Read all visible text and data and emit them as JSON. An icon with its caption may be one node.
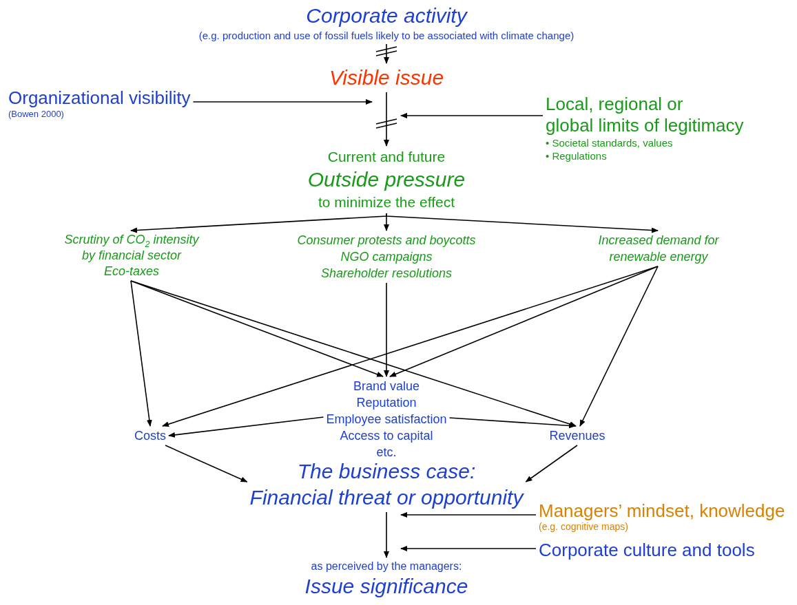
{
  "diagram": {
    "nodes": [
      {
        "text": [
          "Corporate activity",
          "(e.g. production and use of fossil fuels likely to be associated with climate change)"
        ]
      },
      {
        "text": [
          "Visible issue"
        ]
      },
      {
        "text": [
          "Organizational visibility",
          "(Bowen 2000)"
        ]
      },
      {
        "text": [
          "Local, regional or",
          "global limits of legitimacy",
          "• Societal standards, values",
          "• Regulations"
        ]
      },
      {
        "text": [
          "Current and future",
          "Outside pressure",
          "to minimize the effect"
        ]
      },
      {
        "text": [
          "Scrutiny of CO$_{2}$ intensity by financial sector",
          "Eco-taxes"
        ]
      },
      {
        "text": [
          "Consumer protests and boycotts",
          "NGO campaigns",
          "Shareholder resolutions"
        ]
      },
      {
        "text": [
          "Increased demand for renewable energy"
        ]
      },
      {
        "text": [
          "Brand value",
          "Reputation",
          "Employee satisfaction",
          "Access to capital",
          "etc."
        ]
      },
      {
        "text": [
          "Costs"
        ]
      },
      {
        "text": [
          "Revenues"
        ]
      },
      {
        "text": [
          "The business case:",
          "Financial threat or opportunity"
        ]
      },
      {
        "text": [
          "Managers’ mindset, knowledge",
          "(e.g. cognitive maps)"
        ]
      },
      {
        "text": [
          "Corporate culture and tools"
        ]
      },
      {
        "text": [
          "as perceived by the managers:",
          "Issue significance"
        ]
      }
    ],
    "edges": [
      {
        "from": 0,
        "to": 1,
        "arrow": "to"
      },
      {
        "from": 1,
        "to": 4,
        "arrow": "to"
      },
      {
        "from": 2,
        "to": 1,
        "arrow": "to"
      },
      {
        "from": 3,
        "to": 1,
        "arrow": "to"
      },
      {
        "from": 4,
        "to": 5,
        "arrow": "to"
      },
      {
        "from": 4,
        "to": 6,
        "arrow": "to"
      },
      {
        "from": 4,
        "to": 7,
        "arrow": "to"
      },
      {
        "from": 5,
        "to": 9,
        "arrow": "to"
      },
      {
        "from": 5,
        "to": 8,
        "arrow": "to"
      },
      {
        "from": 5,
        "to": 10,
        "arrow": "to"
      },
      {
        "from": 6,
        "to": 8,
        "arrow": "to"
      },
      {
        "from": 7,
        "to": 9,
        "arrow": "to"
      },
      {
        "from": 7,
        "to": 8,
        "arrow": "to"
      },
      {
        "from": 7,
        "to": 10,
        "arrow": "to"
      },
      {
        "from": 8,
        "to": 9,
        "arrow": "to"
      },
      {
        "from": 8,
        "to": 10,
        "arrow": "to"
      },
      {
        "from": 9,
        "to": 11,
        "arrow": "to"
      },
      {
        "from": 10,
        "to": 11,
        "arrow": "to"
      },
      {
        "from": 11,
        "to": 14,
        "arrow": "to"
      },
      {
        "from": 12,
        "to": 11,
        "arrow": "to"
      },
      {
        "from": 13,
        "to": 14,
        "arrow": "to"
      }
    ]
  }
}
